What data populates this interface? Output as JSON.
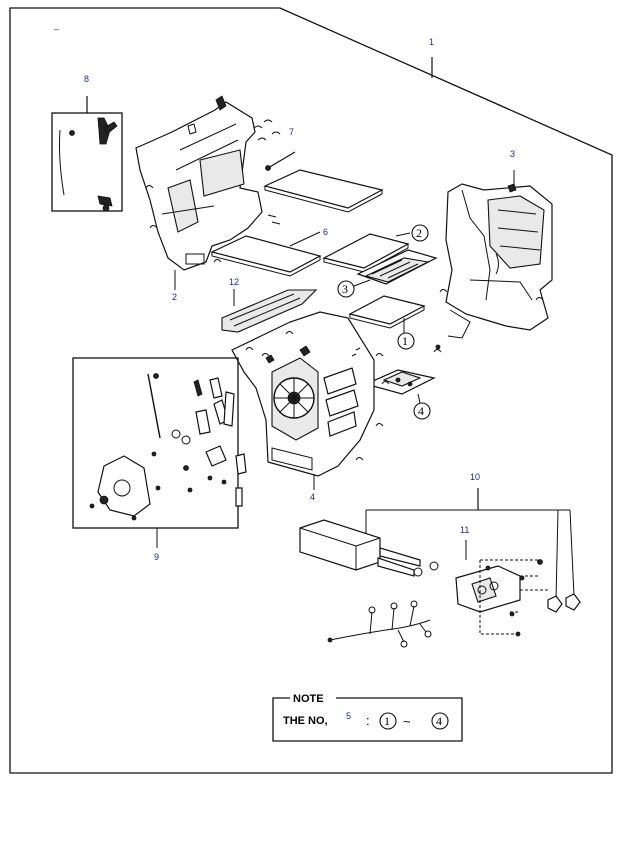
{
  "callouts": {
    "c1": "1",
    "c2": "2",
    "c3": "3",
    "c4": "4",
    "c5": "5",
    "c6": "6",
    "c7": "7",
    "c8": "8",
    "c9": "9",
    "c10": "10",
    "c11": "11",
    "c12": "12"
  },
  "circled": {
    "n1": "1",
    "n2": "2",
    "n3": "3",
    "n4": "4"
  },
  "note": {
    "title": "NOTE",
    "prefix": "THE NO,",
    "colon": ":",
    "from": "1",
    "tilde": "~",
    "to": "4"
  },
  "corner_mark": "_"
}
